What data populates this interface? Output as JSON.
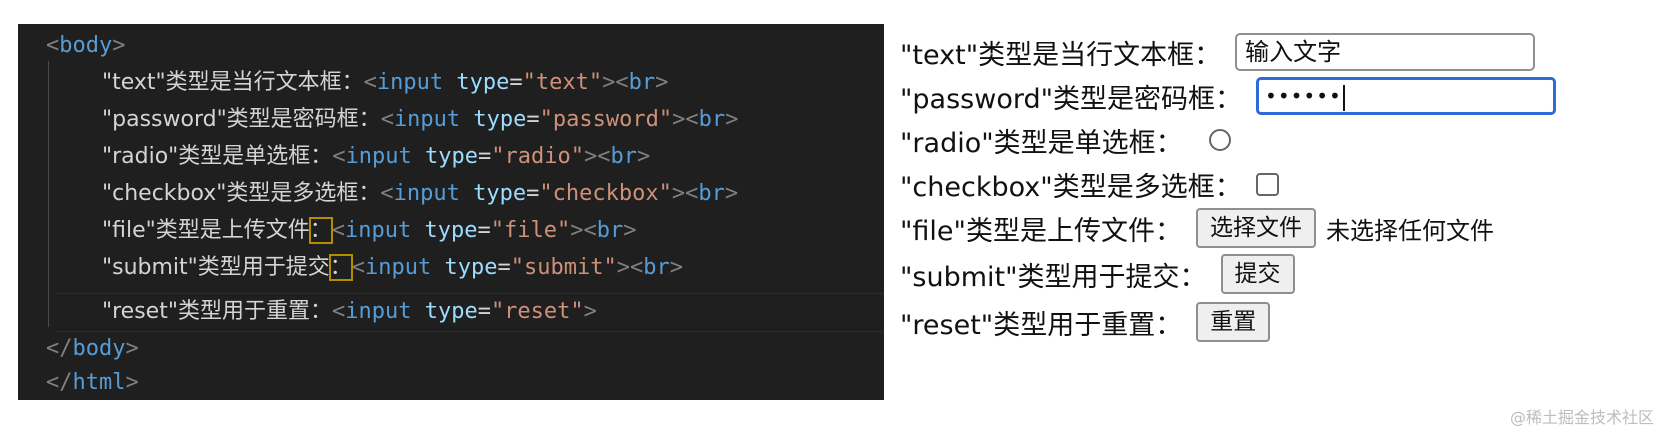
{
  "editor": {
    "lines": {
      "l0": {
        "bracket_open": "<",
        "tag": "body",
        "bracket_close": ">"
      },
      "l1": {
        "label": "\"text\"类型是当行文本框：",
        "lt": "<",
        "tag": "input",
        "attr": "type",
        "eq": "=",
        "value": "\"text\"",
        "gt": ">",
        "br_lt": "<",
        "br_tag": "br",
        "br_gt": ">"
      },
      "l2": {
        "label": "\"password\"类型是密码框：",
        "lt": "<",
        "tag": "input",
        "attr": "type",
        "eq": "=",
        "value": "\"password\"",
        "gt": ">",
        "br_lt": "<",
        "br_tag": "br",
        "br_gt": ">"
      },
      "l3": {
        "label": "\"radio\"类型是单选框：",
        "lt": "<",
        "tag": "input",
        "attr": "type",
        "eq": "=",
        "value": "\"radio\"",
        "gt": ">",
        "br_lt": "<",
        "br_tag": "br",
        "br_gt": ">"
      },
      "l4": {
        "label": "\"checkbox\"类型是多选框：",
        "lt": "<",
        "tag": "input",
        "attr": "type",
        "eq": "=",
        "value": "\"checkbox\"",
        "gt": ">",
        "br_lt": "<",
        "br_tag": "br",
        "br_gt": ">"
      },
      "l5": {
        "label": "\"file\"类型是上传文件",
        "colon": "：",
        "lt": "<",
        "tag": "input",
        "attr": "type",
        "eq": "=",
        "value": "\"file\"",
        "gt": ">",
        "br_lt": "<",
        "br_tag": "br",
        "br_gt": ">"
      },
      "l6": {
        "label": "\"submit\"类型用于提交",
        "colon": "：",
        "lt": "<",
        "tag": "input",
        "attr": "type",
        "eq": "=",
        "value": "\"submit\"",
        "gt": ">",
        "br_lt": "<",
        "br_tag": "br",
        "br_gt": ">"
      },
      "l7": {
        "label": "\"reset\"类型用于重置：",
        "lt": "<",
        "tag": "input",
        "attr": "type",
        "eq": "=",
        "value": "\"reset\"",
        "gt": ">"
      },
      "l8": {
        "bracket_open": "</",
        "tag": "body",
        "bracket_close": ">"
      },
      "l9": {
        "bracket_open": "</",
        "tag": "html",
        "bracket_close": ">"
      }
    }
  },
  "preview": {
    "text_label": "\"text\"类型是当行文本框：",
    "text_value": "输入文字",
    "password_label": "\"password\"类型是密码框：",
    "password_value": "••••••",
    "radio_label": "\"radio\"类型是单选框：",
    "checkbox_label": "\"checkbox\"类型是多选框：",
    "file_label": "\"file\"类型是上传文件：",
    "file_button": "选择文件",
    "file_status": "未选择任何文件",
    "submit_label": "\"submit\"类型用于提交：",
    "submit_button": "提交",
    "reset_label": "\"reset\"类型用于重置：",
    "reset_button": "重置"
  },
  "watermark": "@稀土掘金技术社区",
  "colors": {
    "editor_bg": "#1f1f1f",
    "tag": "#569cd6",
    "attr": "#9cdcfe",
    "string": "#ce9178",
    "highlight_box": "#b58b00",
    "focus_border": "#2e6bd6"
  }
}
